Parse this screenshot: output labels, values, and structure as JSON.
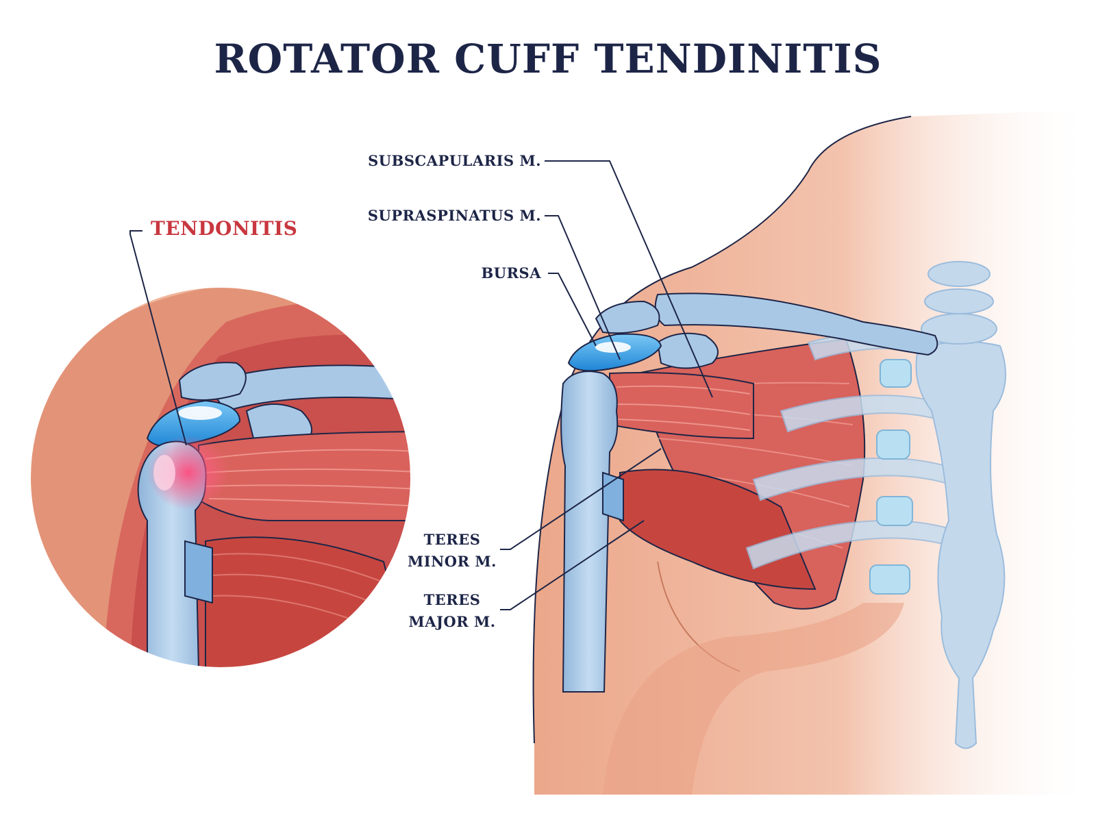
{
  "title": "ROTATOR CUFF TENDINITIS",
  "colors": {
    "title": "#1d2547",
    "highlight": "#c8373f",
    "skin": "#eba78a",
    "muscle": "#cf4a47",
    "bone": "#a9c8e6",
    "bursa": "#3ea3e3"
  },
  "labels": {
    "tendonitis": "TENDONITIS",
    "subscapularis": "SUBSCAPULARIS M.",
    "supraspinatus": "SUPRASPINATUS M.",
    "bursa": "BURSA",
    "teres_minor_line1": "TERES",
    "teres_minor_line2": "MINOR M.",
    "teres_major_line1": "TERES",
    "teres_major_line2": "MAJOR M."
  }
}
